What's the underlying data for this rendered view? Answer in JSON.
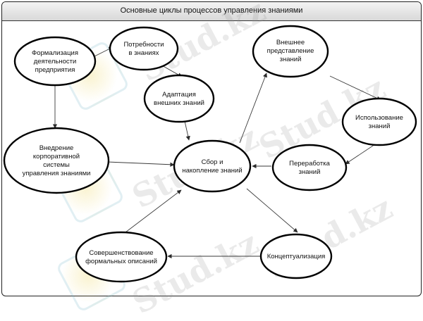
{
  "title": "Основные циклы процессов управления знаниями",
  "watermark": "Stud.kz",
  "nodes": {
    "formalization": [
      "Формализация",
      "деятельности",
      "предприятия"
    ],
    "needs": [
      "Потребности",
      "в знаниях"
    ],
    "adaptation": [
      "Адаптация",
      "внешних знаний"
    ],
    "implementation": [
      "Внедрение",
      "корпоративной",
      "системы",
      "управления знаниями"
    ],
    "collection": [
      "Сбор и",
      "накопление знаний"
    ],
    "external": [
      "Внешнее",
      "представление",
      "знаний"
    ],
    "usage": [
      "Использование",
      "знаний"
    ],
    "processing": [
      "Переработка",
      "знаний"
    ],
    "conceptualization": [
      "Концептуализация"
    ],
    "improvement": [
      "Совершенствование",
      "формальных описаний"
    ]
  }
}
